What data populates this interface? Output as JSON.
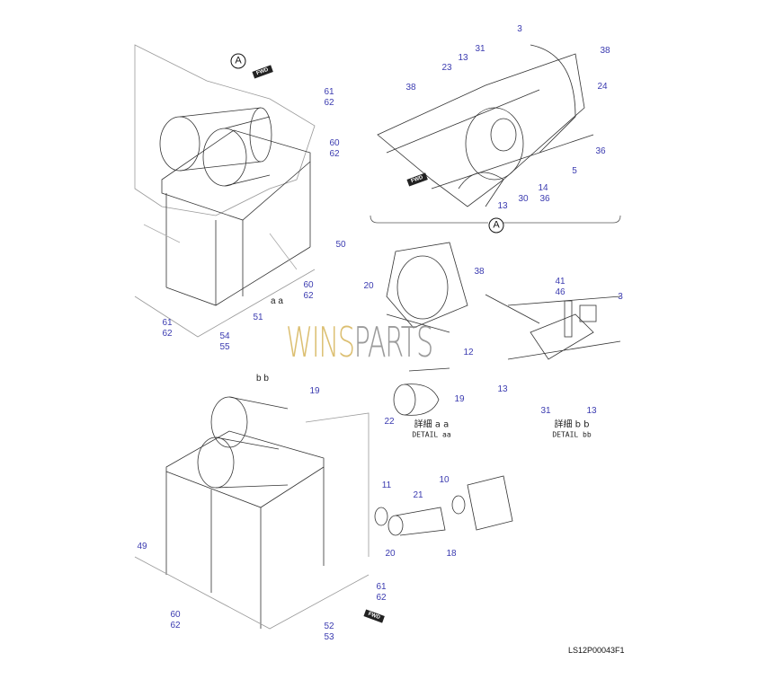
{
  "view_markers": {
    "a_top": "A",
    "a_detail": "A"
  },
  "fwd_label": "FWD",
  "callouts": [
    "61",
    "62",
    "60",
    "62",
    "50",
    "60",
    "62",
    "a a",
    "51",
    "54",
    "55",
    "61",
    "62",
    "3",
    "31",
    "13",
    "23",
    "38",
    "38",
    "24",
    "36",
    "5",
    "14",
    "36",
    "30",
    "13",
    "38",
    "20",
    "41",
    "46",
    "3",
    "12",
    "19",
    "22",
    "13",
    "31",
    "13",
    "b b",
    "19",
    "11",
    "21",
    "10",
    "20",
    "18",
    "49",
    "60",
    "62",
    "61",
    "62",
    "52",
    "53"
  ],
  "details": [
    {
      "jp": "詳細 a a",
      "en": "DETAIL aa"
    },
    {
      "jp": "詳細 b b",
      "en": "DETAIL bb"
    }
  ],
  "watermark": {
    "part1": "WINS",
    "part2": "PARTS"
  },
  "drawing_ref": "LS12P00043F1",
  "colors": {
    "callout": "#3b3bb0",
    "line": "#222222",
    "watermark_gold": "#d6b55a",
    "watermark_gray": "#8a8a8a"
  }
}
